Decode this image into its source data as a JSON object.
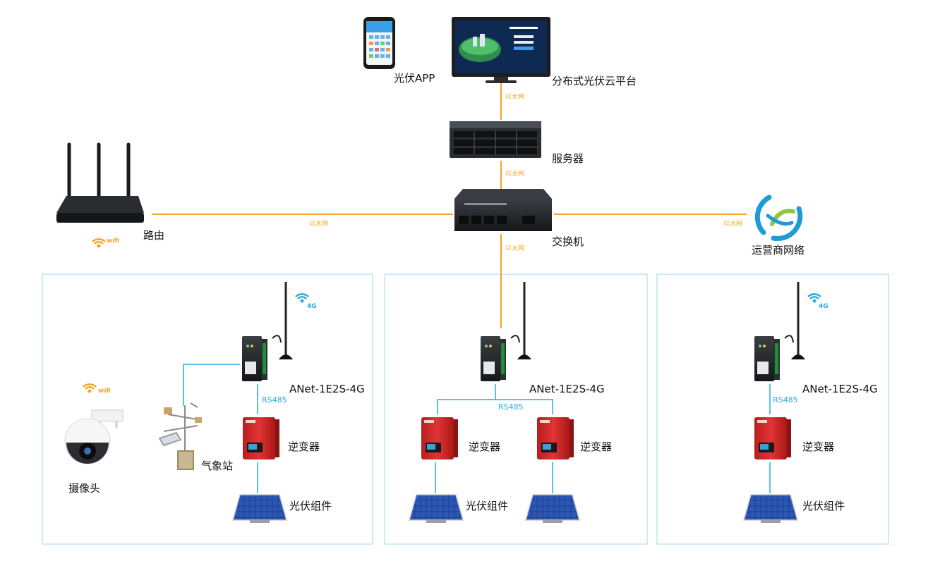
{
  "colors": {
    "ethernet_line": "#f5a623",
    "rs485_line": "#29a8e0",
    "box_border": "#9fd8ee",
    "inverter_red": "#d42a2a",
    "panel_blue": "#1f3f8f"
  },
  "labels": {
    "app": "光伏APP",
    "cloud_platform": "分布式光伏云平台",
    "server": "服务器",
    "switch": "交换机",
    "router": "路由",
    "carrier": "运营商网络",
    "camera": "摄像头",
    "weather_station": "气象站",
    "wifi": "wifi",
    "cellular": "4G",
    "ethernet": "以太网",
    "rs485": "RS485",
    "gateway": "ANet-1E2S-4G",
    "inverter": "逆变器",
    "pv_module": "光伏组件"
  },
  "icons": {
    "phone": "phone-icon",
    "monitor": "monitor-icon",
    "server": "server-rack-icon",
    "switch": "network-switch-icon",
    "router": "wifi-router-icon",
    "carrier": "carrier-logo-icon",
    "camera": "dome-camera-icon",
    "weather": "weather-station-icon",
    "gateway": "iot-gateway-icon",
    "inverter": "inverter-icon",
    "panel": "solar-panel-icon",
    "wifi": "wifi-icon",
    "antenna": "antenna-icon"
  }
}
